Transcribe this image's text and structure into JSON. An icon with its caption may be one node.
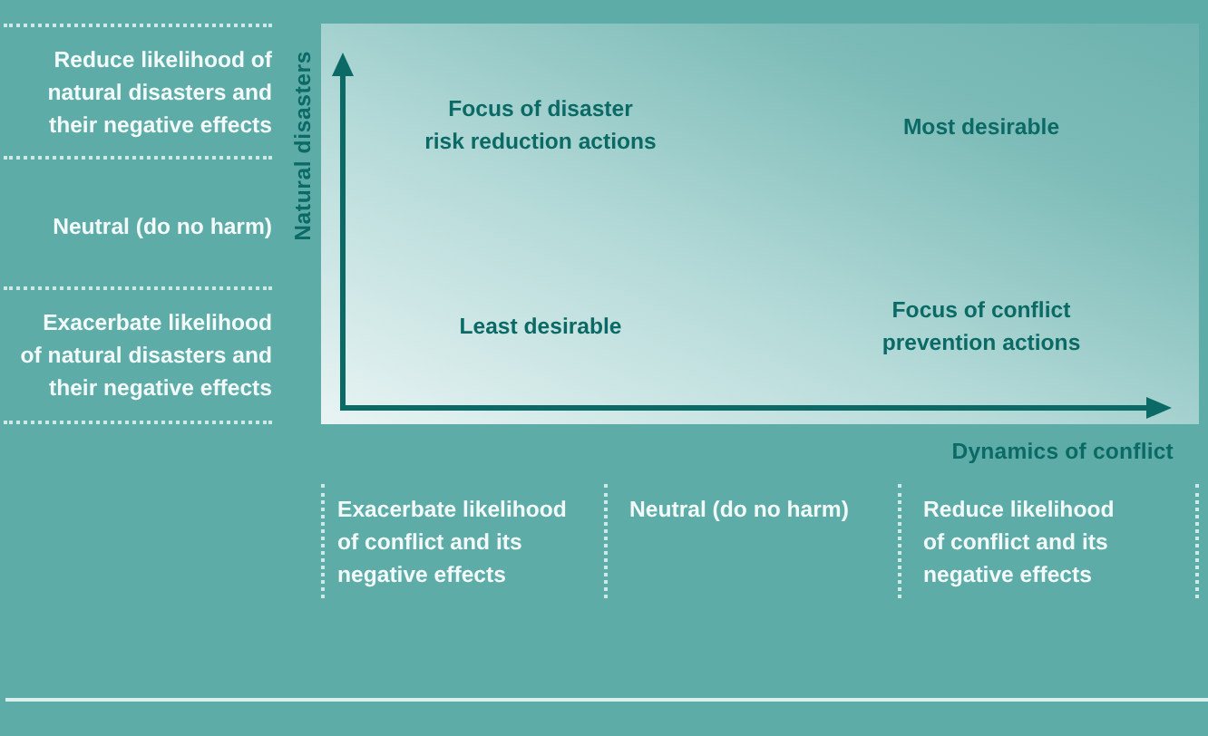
{
  "diagram": {
    "labels": [
      "Reduce likelihood of natural disasters and their negative effects",
      "Natural disasters",
      "Focus of disaster risk reduction actions",
      "Most desirable",
      "Neutral (do no harm)",
      "Exacerbate likelihood of natural disasters and their negative effects",
      "Least desirable",
      "Focus of conflict prevention actions",
      "Dynamics of conflict",
      "Exacerbate likelihood of conflict and its negative effects",
      "Neutral (do no harm)",
      "Reduce likelihood of conflict and its negative effects"
    ]
  }
}
